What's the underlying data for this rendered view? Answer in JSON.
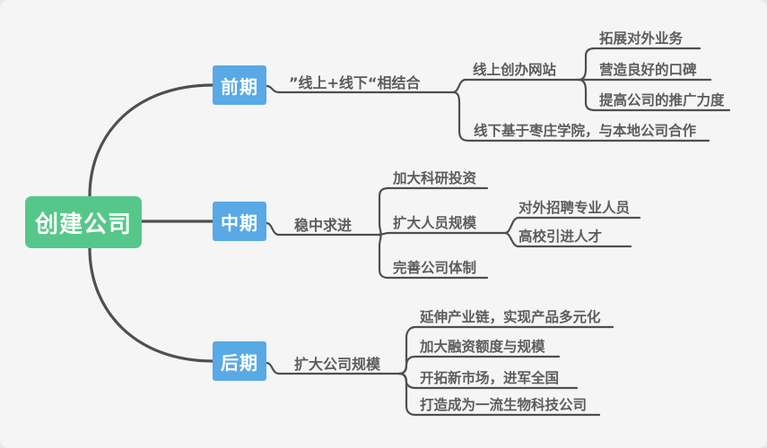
{
  "app": {
    "background": "#f5f5f6",
    "colors": {
      "root_node": "#56c78a",
      "stage_node": "#58a9e6",
      "connector": "#4f4f4f",
      "leaf_text": "#5c5c5c"
    }
  },
  "root": {
    "label": "创建公司"
  },
  "branches": [
    {
      "stage": "前期",
      "plan": "”线上+线下“相结合",
      "children": [
        {
          "label": "线上创办网站",
          "children": [
            {
              "label": "拓展对外业务"
            },
            {
              "label": "营造良好的口碑"
            },
            {
              "label": "提高公司的推广力度"
            }
          ]
        },
        {
          "label": "线下基于枣庄学院，与本地公司合作"
        }
      ]
    },
    {
      "stage": "中期",
      "plan": "稳中求进",
      "children": [
        {
          "label": "加大科研投资"
        },
        {
          "label": "扩大人员规模",
          "children": [
            {
              "label": "对外招聘专业人员"
            },
            {
              "label": "高校引进人才"
            }
          ]
        },
        {
          "label": "完善公司体制"
        }
      ]
    },
    {
      "stage": "后期",
      "plan": "扩大公司规模",
      "children": [
        {
          "label": "延伸产业链，实现产品多元化"
        },
        {
          "label": "加大融资额度与规模"
        },
        {
          "label": "开拓新市场，进军全国"
        },
        {
          "label": "打造成为一流生物科技公司"
        }
      ]
    }
  ]
}
